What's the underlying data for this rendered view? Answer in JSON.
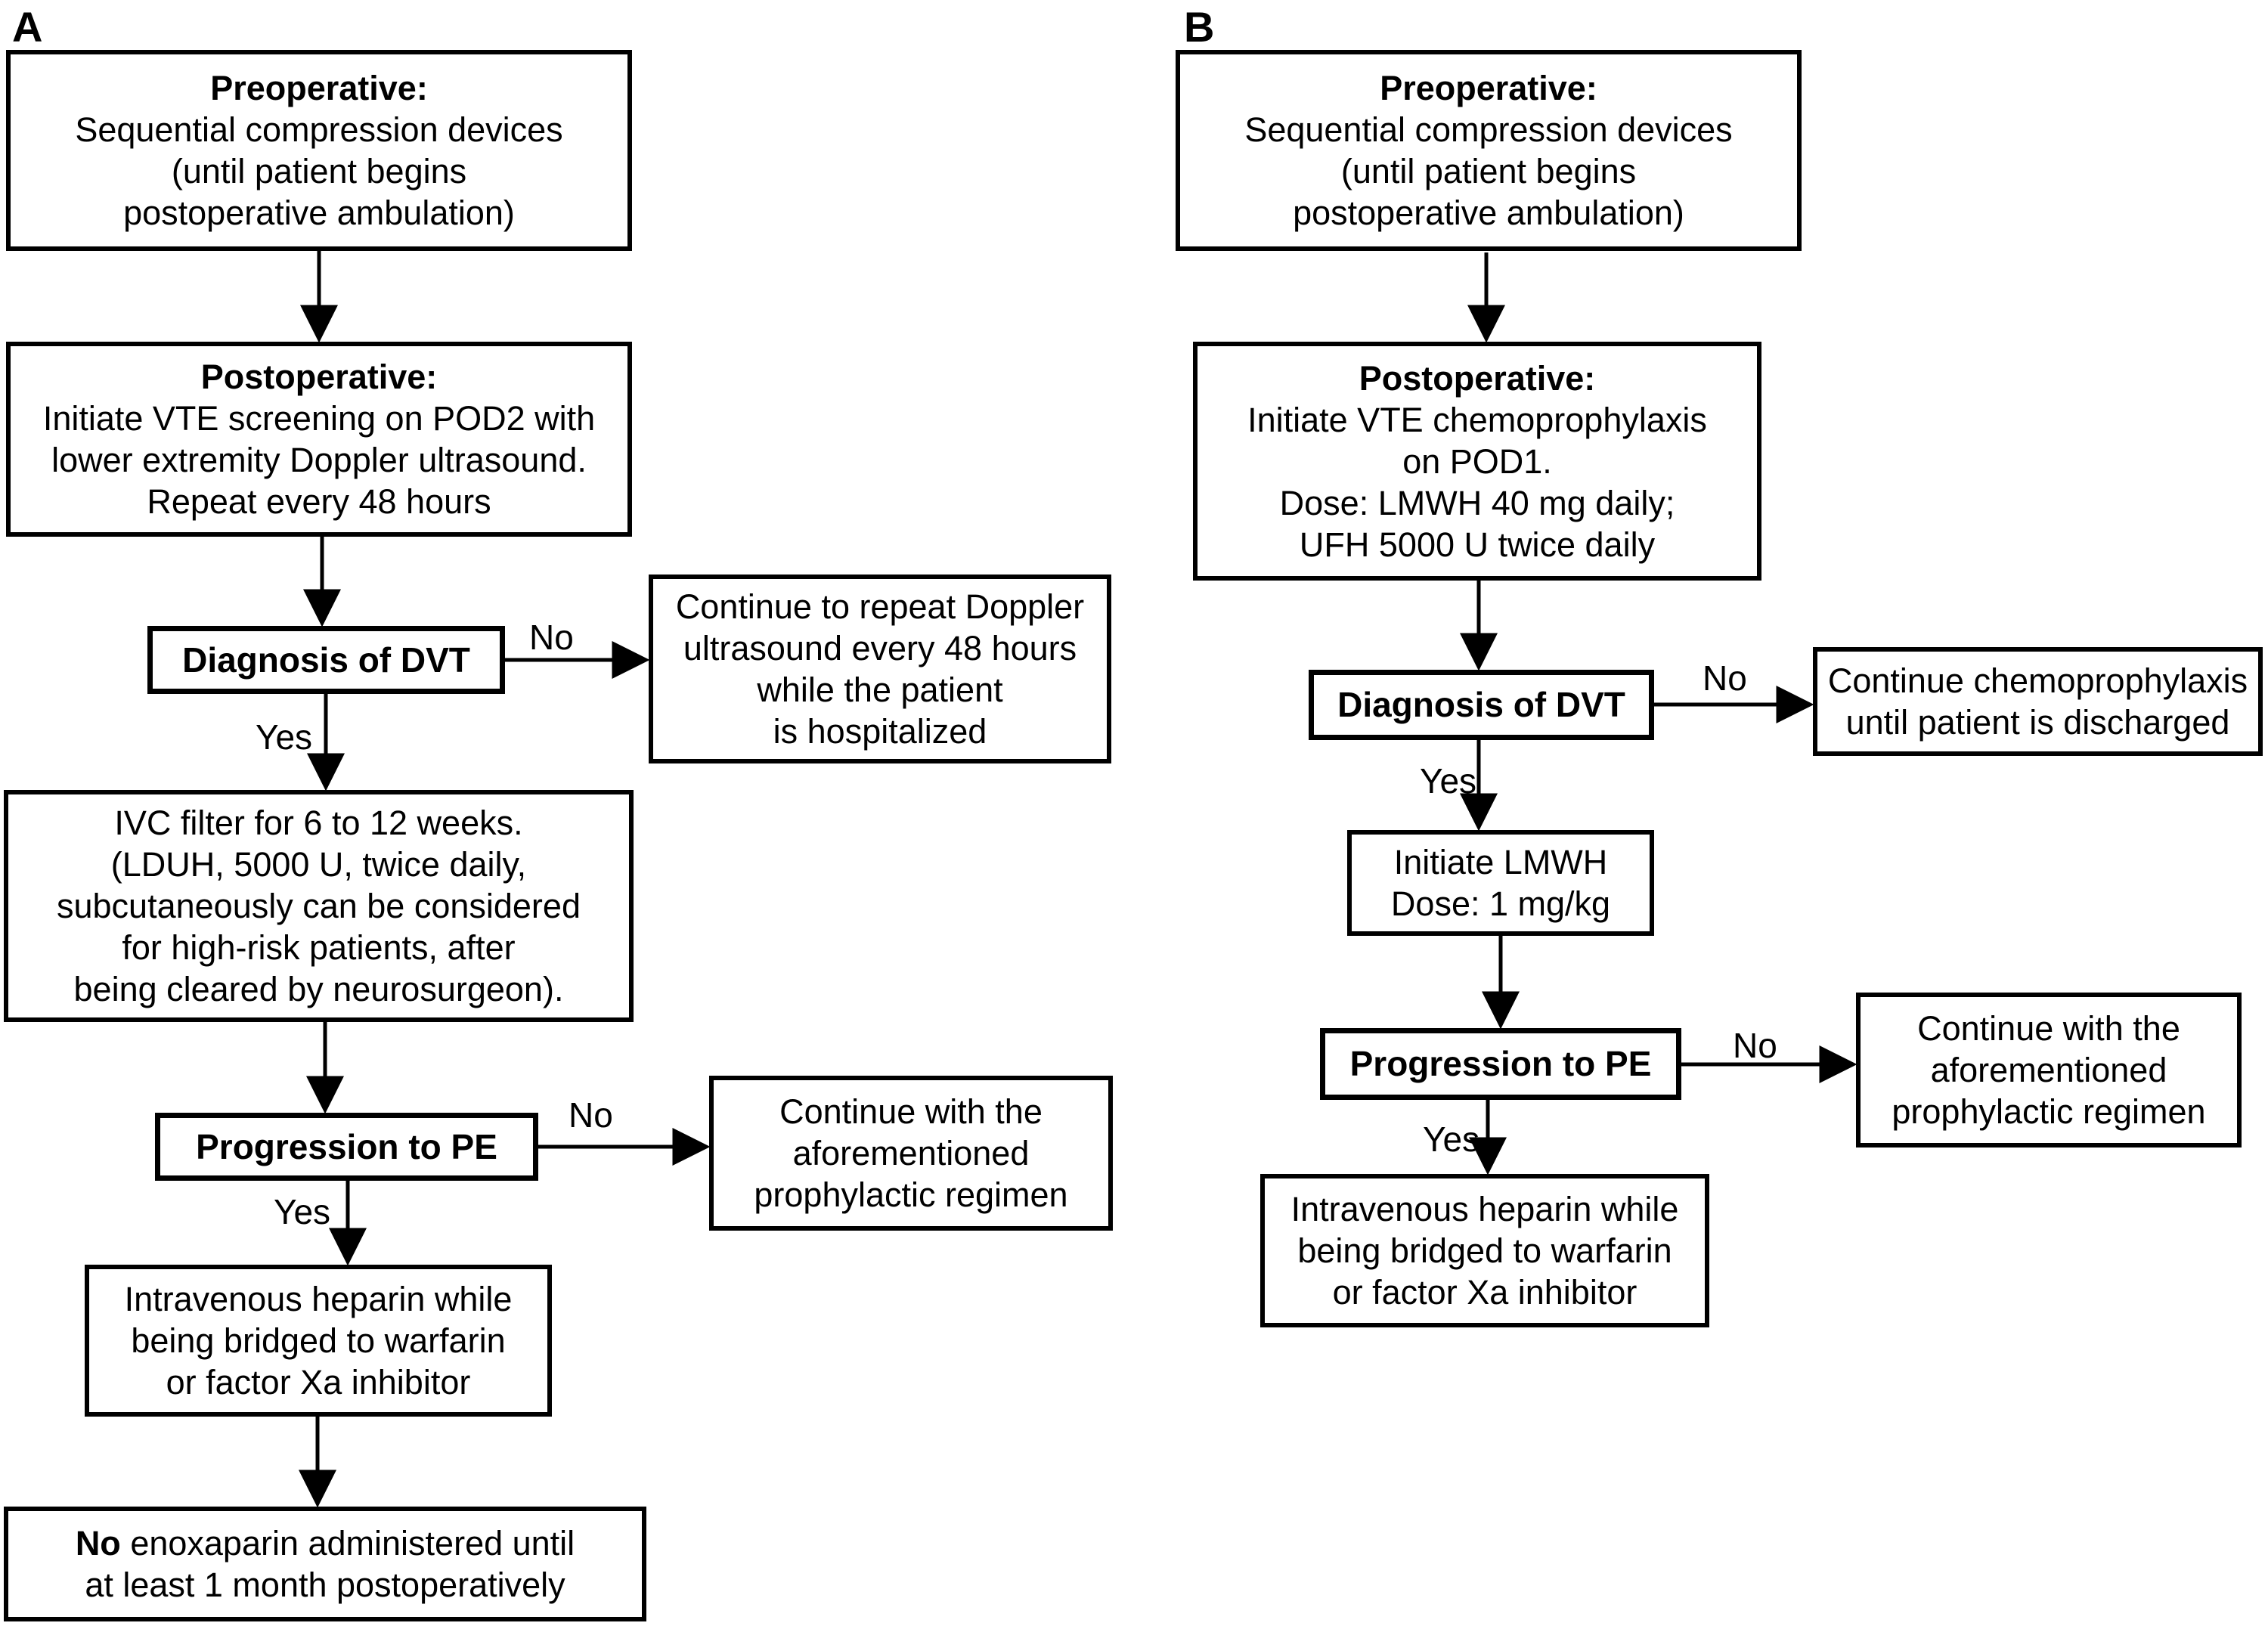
{
  "figure": {
    "panel_a_label": "A",
    "panel_b_label": "B",
    "colors": {
      "line": "#000000",
      "background": "#ffffff",
      "text": "#000000"
    }
  },
  "labels": {
    "yes": "Yes",
    "no": "No"
  },
  "panel_a": {
    "preop": {
      "title": "Preoperative:",
      "body": [
        "Sequential compression devices",
        "(until patient begins",
        "postoperative ambulation)"
      ]
    },
    "postop": {
      "title": "Postoperative:",
      "body": [
        "Initiate VTE screening on POD2 with",
        "lower extremity Doppler ultrasound.",
        "Repeat every 48 hours"
      ]
    },
    "dvt": {
      "title": "Diagnosis of DVT"
    },
    "continue_doppler": {
      "body": [
        "Continue to repeat Doppler",
        "ultrasound every 48 hours",
        "while the patient",
        "is hospitalized"
      ]
    },
    "ivc": {
      "body": [
        "IVC filter for 6 to 12 weeks.",
        "(LDUH, 5000 U, twice daily,",
        "subcutaneously can be considered",
        "for high-risk patients, after",
        "being cleared by neurosurgeon)."
      ]
    },
    "pe": {
      "title": "Progression to PE"
    },
    "continue_prophylaxis": {
      "body": [
        "Continue with the",
        "aforementioned",
        "prophylactic regimen"
      ]
    },
    "heparin": {
      "body": [
        "Intravenous heparin while",
        "being bridged to warfarin",
        "or factor Xa inhibitor"
      ]
    },
    "no_enox": {
      "bold_word": "No",
      "line1_rest": " enoxaparin administered until",
      "line2": "at least 1 month postoperatively"
    }
  },
  "panel_b": {
    "preop": {
      "title": "Preoperative:",
      "body": [
        "Sequential compression devices",
        "(until patient begins",
        "postoperative ambulation)"
      ]
    },
    "postop": {
      "title": "Postoperative:",
      "body": [
        "Initiate VTE chemoprophylaxis",
        "on POD1.",
        "Dose: LMWH 40 mg daily;",
        "UFH 5000 U twice daily"
      ]
    },
    "dvt": {
      "title": "Diagnosis of DVT"
    },
    "continue_chemo": {
      "body": [
        "Continue chemoprophylaxis",
        "until patient is discharged"
      ]
    },
    "lmwh": {
      "body": [
        "Initiate LMWH",
        "Dose: 1 mg/kg"
      ]
    },
    "pe": {
      "title": "Progression to PE"
    },
    "continue_prophylaxis": {
      "body": [
        "Continue with the",
        "aforementioned",
        "prophylactic regimen"
      ]
    },
    "heparin": {
      "body": [
        "Intravenous heparin while",
        "being bridged to warfarin",
        "or factor Xa inhibitor"
      ]
    }
  }
}
